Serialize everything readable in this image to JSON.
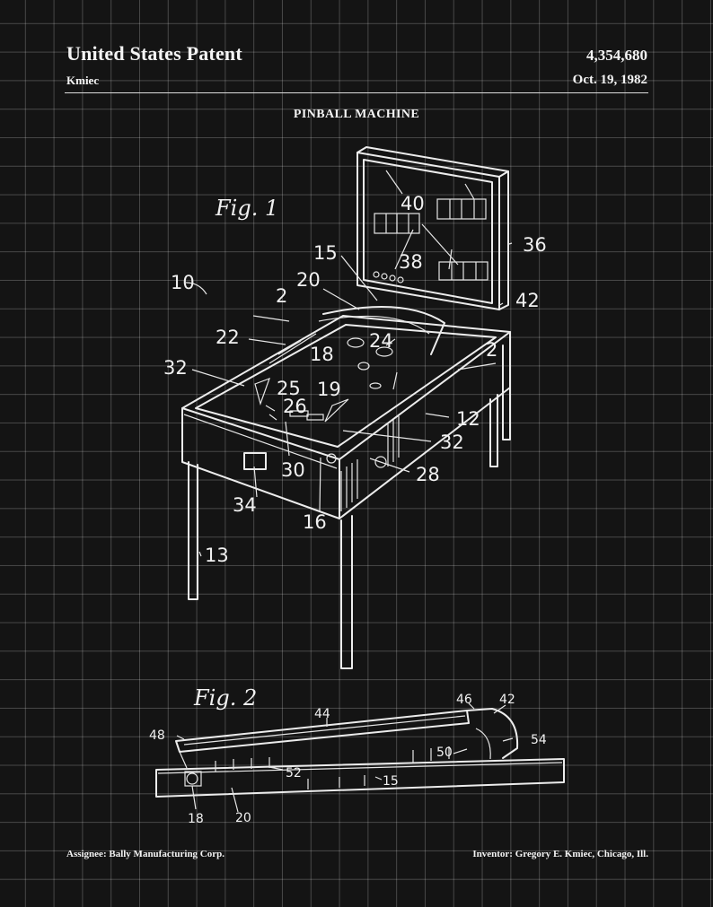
{
  "header": {
    "title": "United States Patent",
    "patent_number": "4,354,680",
    "inventor_surname": "Kmiec",
    "date": "Oct. 19, 1982"
  },
  "subject": "PINBALL MACHINE",
  "figures": {
    "fig1": {
      "label": "Fig. 1",
      "refs": [
        "10",
        "2",
        "15",
        "20",
        "22",
        "24",
        "18",
        "32",
        "25",
        "19",
        "26",
        "40",
        "38",
        "36",
        "42",
        "2",
        "12",
        "32",
        "30",
        "28",
        "34",
        "16",
        "13"
      ]
    },
    "fig2": {
      "label": "Fig. 2",
      "refs": [
        "44",
        "46",
        "42",
        "48",
        "50",
        "54",
        "52",
        "15",
        "18",
        "20"
      ]
    }
  },
  "footer": {
    "assignee": "Assignee:  Bally Manufacturing Corp.",
    "inventor": "Inventor:  Gregory E. Kmiec, Chicago, Ill."
  },
  "colors": {
    "background": "#141414",
    "grid": "#5a5a5a",
    "ink": "#f0f0f0"
  }
}
